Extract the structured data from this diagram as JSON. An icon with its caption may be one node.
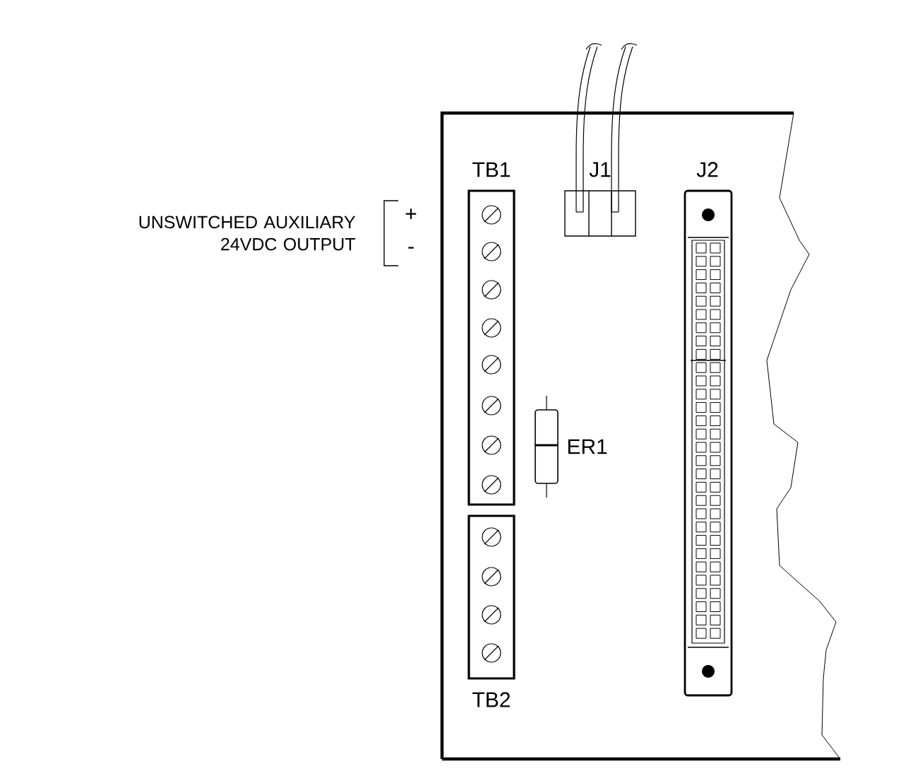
{
  "diagram": {
    "labels": [
      "TB1",
      "J1",
      "J2",
      "UNSWITCHED AUXILIARY 24VDC OUTPUT",
      "+",
      "-",
      "ER1",
      "TB2"
    ]
  }
}
